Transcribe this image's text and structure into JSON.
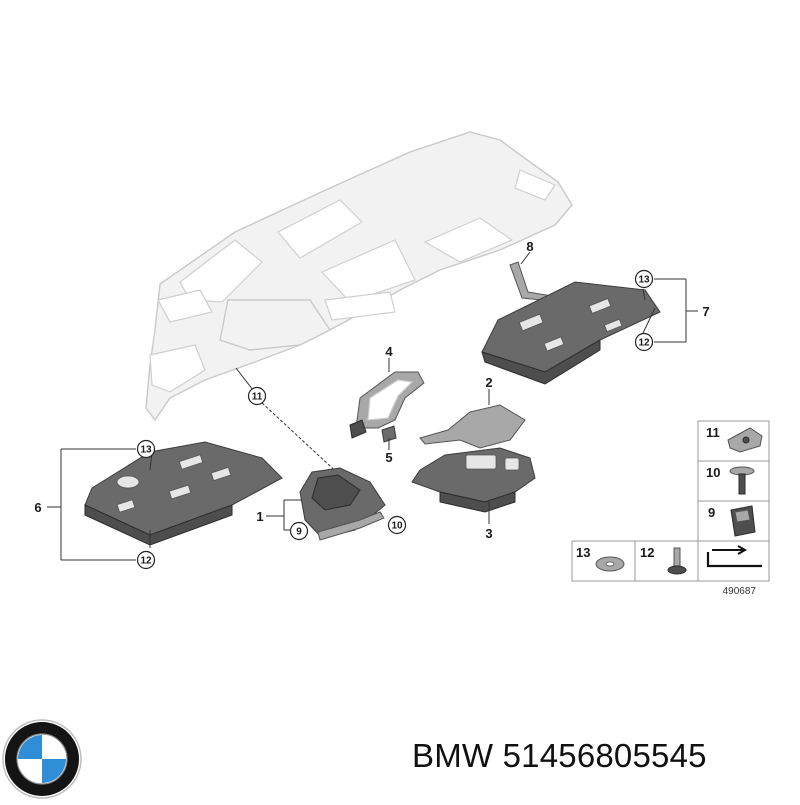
{
  "diagram": {
    "part_numbers": {
      "p1": "1",
      "p2": "2",
      "p3": "3",
      "p4": "4",
      "p5": "5",
      "p6": "6",
      "p7": "7",
      "p8": "8",
      "p9": "9",
      "p10": "10",
      "p11": "11",
      "p12": "12",
      "p13": "13"
    },
    "inset_numbers": {
      "i11": "11",
      "i10": "10",
      "i9": "9",
      "i13": "13",
      "i12": "12"
    },
    "reference_code": "490687"
  },
  "caption": {
    "text": "BMW 51456805545"
  },
  "logo": {
    "brand": "BMW",
    "colors": {
      "ring": "#111111",
      "blue": "#2f8ed6",
      "white": "#ffffff"
    }
  }
}
